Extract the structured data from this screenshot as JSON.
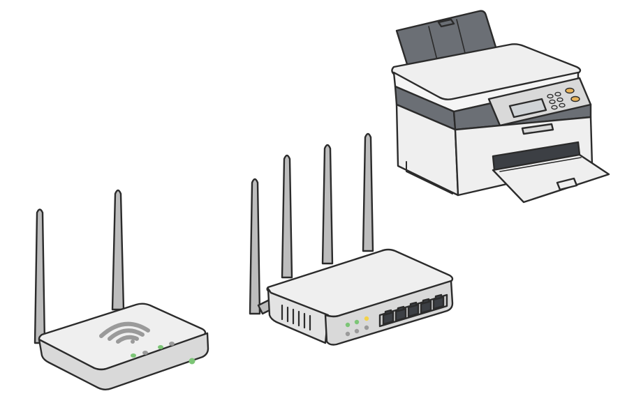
{
  "scene": {
    "items": [
      {
        "kind": "router",
        "antennas": 2,
        "indicator_lights": 5,
        "wifi_symbol": true
      },
      {
        "kind": "router",
        "antennas": 4,
        "ethernet_ports": 5,
        "indicator_lights": 6
      },
      {
        "kind": "printer",
        "control_buttons": 8,
        "has_display": true
      }
    ]
  },
  "colors": {
    "background": "#ffffff",
    "outline": "#2b2b2b",
    "body_light": "#efefef",
    "body_mid": "#d9d9d9",
    "antenna": "#bdbdbd",
    "printer_band": "#6b6f75",
    "screen": "#cfd3d6",
    "led_green": "#7cc576",
    "led_yellow": "#f3d24a",
    "led_gray": "#9a9a9a",
    "port_dark": "#3c3f44",
    "button_orange": "#e8b35a"
  }
}
